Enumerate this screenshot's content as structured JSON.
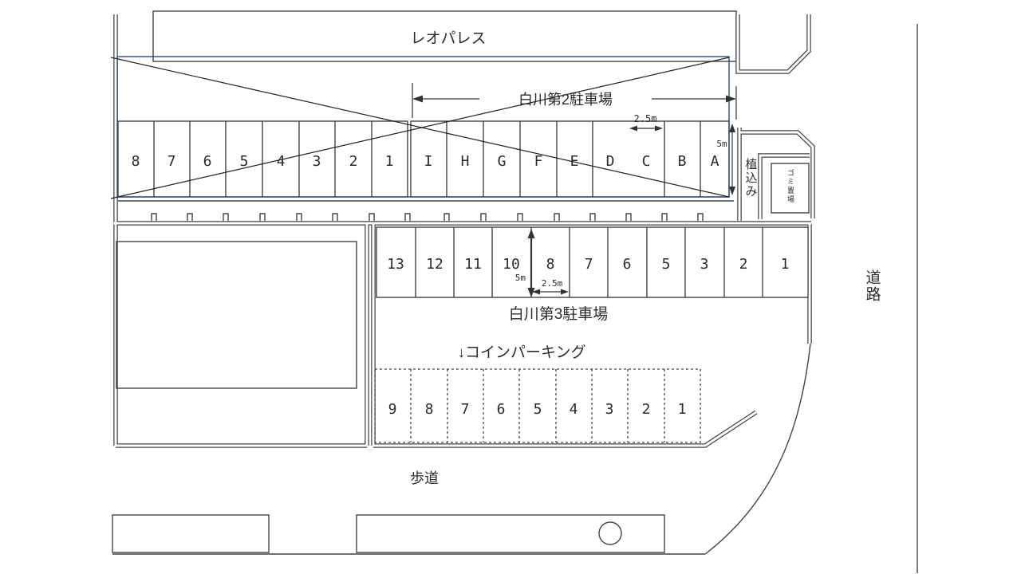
{
  "diagram": {
    "building_label": "レオパレス",
    "road_label": "道路",
    "sidewalk_label": "歩道",
    "planting_label": "植込み",
    "garbage_label": "ゴミ置場"
  },
  "lot2": {
    "title": "白川第2駐車場",
    "numbered_spaces": [
      "8",
      "7",
      "6",
      "5",
      "4",
      "3",
      "2",
      "1"
    ],
    "lettered_spaces": [
      "I",
      "H",
      "G",
      "F",
      "E",
      "D",
      "C",
      "B",
      "A"
    ],
    "space_width": "2.5m",
    "space_depth": "5m"
  },
  "lot3": {
    "title": "白川第3駐車場",
    "spaces": [
      "13",
      "12",
      "11",
      "10",
      "8",
      "7",
      "6",
      "5",
      "3",
      "2",
      "1"
    ],
    "space_width": "2.5m",
    "space_depth": "5m"
  },
  "coin": {
    "title": "↓コインパーキング",
    "spaces": [
      "9",
      "8",
      "7",
      "6",
      "5",
      "4",
      "3",
      "2",
      "1"
    ]
  },
  "colors": {
    "line": "#444444",
    "highlight_box": "#2d4a85"
  }
}
